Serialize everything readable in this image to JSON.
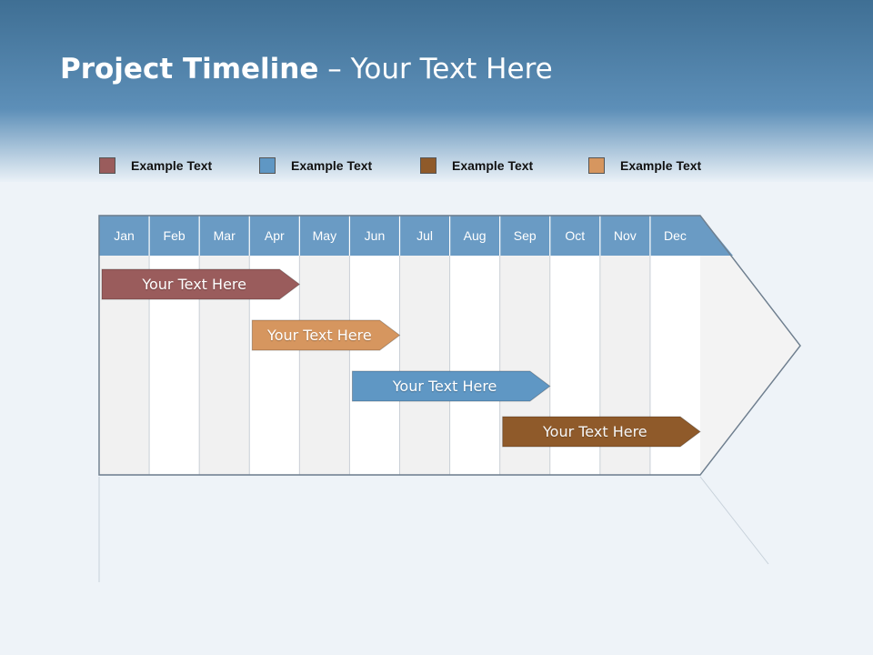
{
  "title": {
    "bold": "Project Timeline",
    "rest": " – Your Text Here"
  },
  "legend": [
    {
      "label": "Example Text",
      "color": "#9a5c5c"
    },
    {
      "label": "Example Text",
      "color": "#5f97c4"
    },
    {
      "label": "Example Text",
      "color": "#8f5a2a"
    },
    {
      "label": "Example Text",
      "color": "#d6965f"
    }
  ],
  "months": [
    "Jan",
    "Feb",
    "Mar",
    "Apr",
    "May",
    "Jun",
    "Jul",
    "Aug",
    "Sep",
    "Oct",
    "Nov",
    "Dec"
  ],
  "tasks": [
    {
      "label": "Your  Text Here",
      "start": "Jan",
      "end": "Apr",
      "color": "#9a5c5c"
    },
    {
      "label": "Your  Text Here",
      "start": "Apr",
      "end": "Jun",
      "color": "#d6965f"
    },
    {
      "label": "Your  Text Here",
      "start": "Jun",
      "end": "Sep",
      "color": "#5f97c4"
    },
    {
      "label": "Your  Text Here",
      "start": "Sep",
      "end": "Dec",
      "color": "#8f5a2a"
    }
  ],
  "colors": {
    "header": "#4f7fa8",
    "month_row": "#6a9bc4"
  }
}
